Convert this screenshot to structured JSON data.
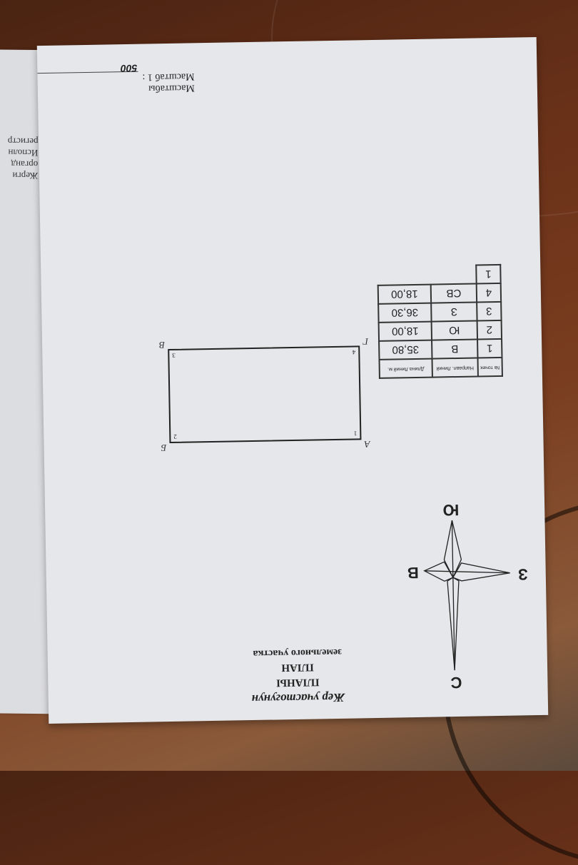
{
  "photo": {
    "subject": "Land plot plan document photographed upside down on wooden table",
    "colors": {
      "table": "#6b3219",
      "paper": "#e6e7ea",
      "ink": "#222222"
    }
  },
  "back_sheet": {
    "lines": [
      "Жерги",
      "органд",
      "Исполн",
      "регистр"
    ]
  },
  "title": {
    "line1": "Жер участогунун",
    "line2": "ПЛАНЫ",
    "line3": "ПЛАН",
    "line4": "земельного участка"
  },
  "compass": {
    "north": "С",
    "south": "Ю",
    "east": "В",
    "west": "З"
  },
  "plot": {
    "corners": {
      "p1": "1",
      "p2": "2",
      "p3": "3",
      "p4": "4"
    },
    "vertex_labels": {
      "a": "А",
      "b": "Б",
      "v": "В",
      "g": "Г"
    }
  },
  "table": {
    "headers": {
      "point": "№ точек",
      "direction": "Направл. Линий",
      "length": "Длина Линий м."
    },
    "rows": [
      {
        "point": "1",
        "direction": "В",
        "length": "35,80"
      },
      {
        "point": "2",
        "direction": "Ю",
        "length": "18,00"
      },
      {
        "point": "3",
        "direction": "З",
        "length": "36,30"
      },
      {
        "point": "4",
        "direction": "СВ",
        "length": "18,00"
      },
      {
        "point": "1",
        "direction": "",
        "length": ""
      }
    ]
  },
  "scale": {
    "label_ky": "Масштабы",
    "label_ru": "Масштаб 1 :",
    "value": "500"
  }
}
